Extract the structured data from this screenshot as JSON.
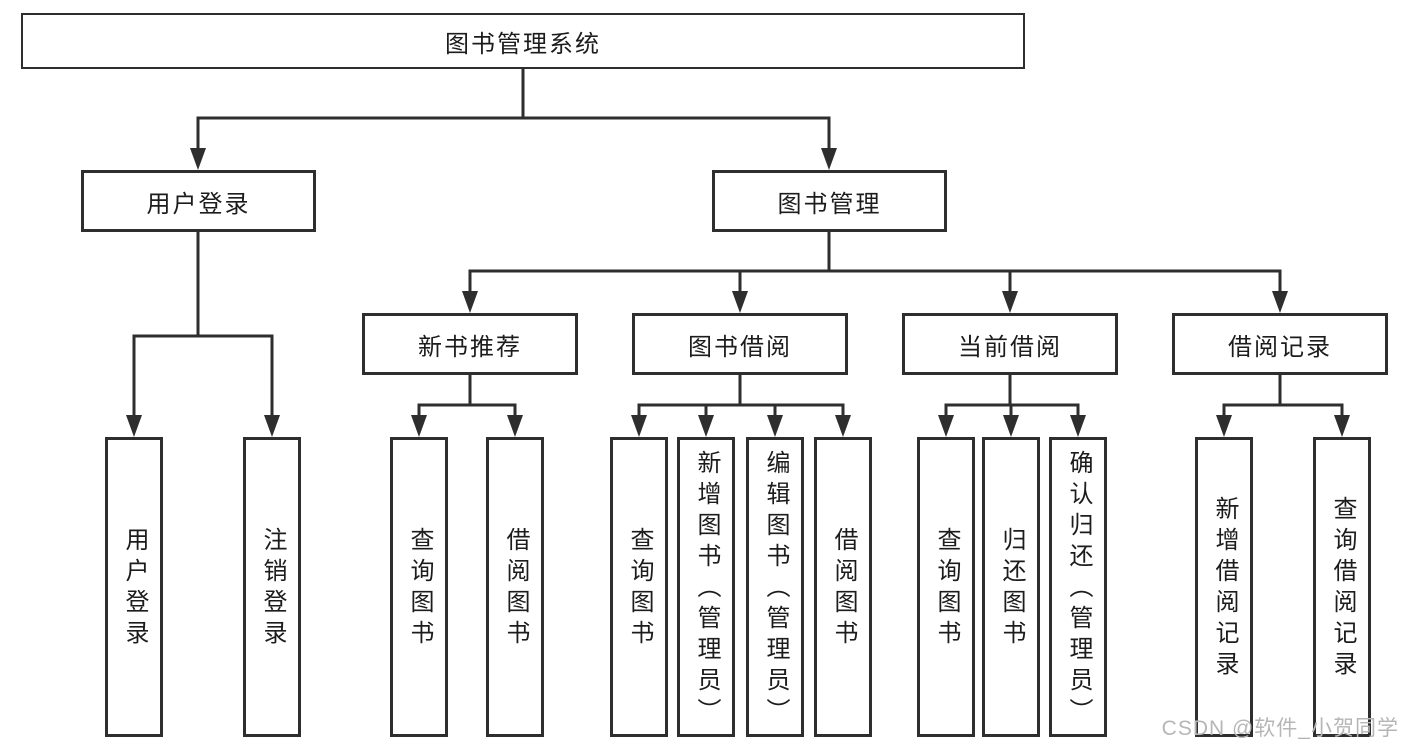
{
  "diagram": {
    "kind": "hierarchy-chart",
    "colors": {
      "background": "#ffffff",
      "line": "#2e2e2e",
      "box_border": "#2e2e2e",
      "box_fill": "#ffffff",
      "text": "#1c1c1c",
      "watermark": "#b6b6b6"
    },
    "tree": {
      "root": "图书管理系统",
      "branches": [
        {
          "label": "用户登录",
          "children": [
            "用户登录",
            "注销登录"
          ]
        },
        {
          "label": "图书管理",
          "children": [
            {
              "label": "新书推荐",
              "children": [
                "查询图书",
                "借阅图书"
              ]
            },
            {
              "label": "图书借阅",
              "children": [
                "查询图书",
                "新增图书（管理员）",
                "编辑图书（管理员）",
                "借阅图书"
              ]
            },
            {
              "label": "当前借阅",
              "children": [
                "查询图书",
                "归还图书",
                "确认归还（管理员）"
              ]
            },
            {
              "label": "借阅记录",
              "children": [
                "新增借阅记录",
                "查询借阅记录"
              ]
            }
          ]
        }
      ]
    },
    "watermark": {
      "text": "CSDN @软件_小贺同学"
    }
  }
}
